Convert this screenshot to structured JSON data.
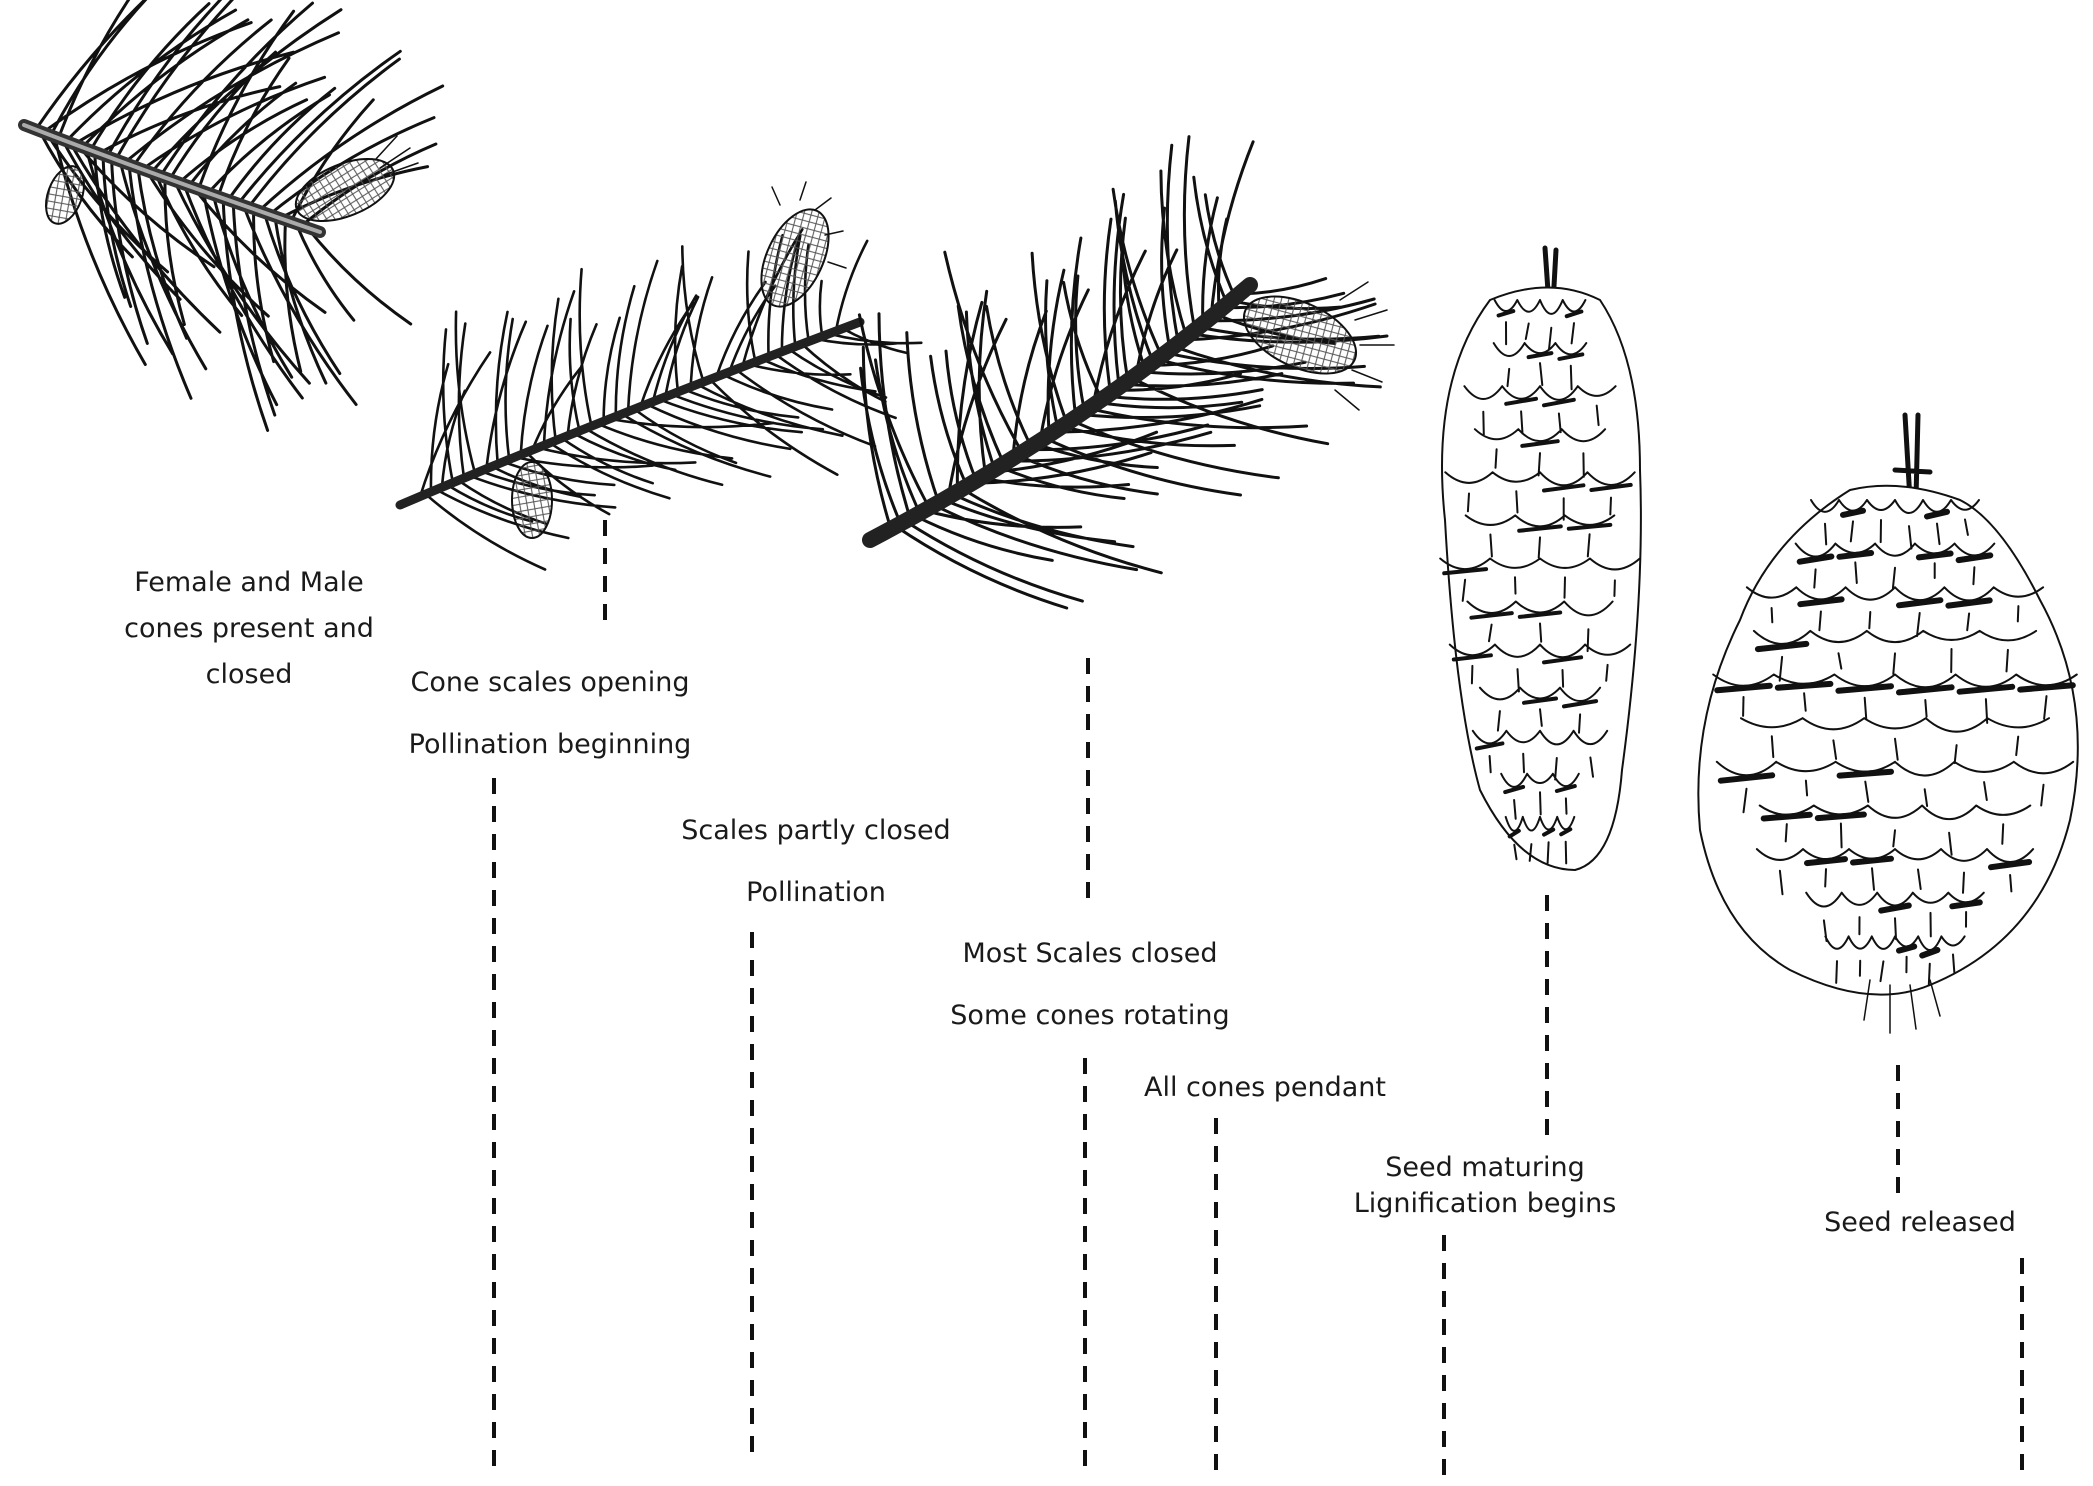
{
  "stages": [
    {
      "id": "female-male-cones",
      "lines": [
        "Female and Male",
        "cones present and",
        "closed"
      ]
    },
    {
      "id": "cone-scales-opening",
      "lines": [
        "Cone scales opening",
        "Pollination beginning"
      ]
    },
    {
      "id": "scales-partly-closed",
      "lines": [
        "Scales partly closed",
        "Pollination"
      ]
    },
    {
      "id": "most-scales-closed",
      "lines": [
        "Most Scales closed",
        "Some cones rotating"
      ]
    },
    {
      "id": "all-cones-pendant",
      "lines": [
        "All cones pendant"
      ]
    },
    {
      "id": "seed-maturing",
      "lines": [
        "Seed maturing",
        "Lignification begins"
      ]
    },
    {
      "id": "seed-released",
      "lines": [
        "Seed released"
      ]
    }
  ],
  "colors": {
    "ink": "#1a1a1a",
    "background": "#ffffff"
  }
}
